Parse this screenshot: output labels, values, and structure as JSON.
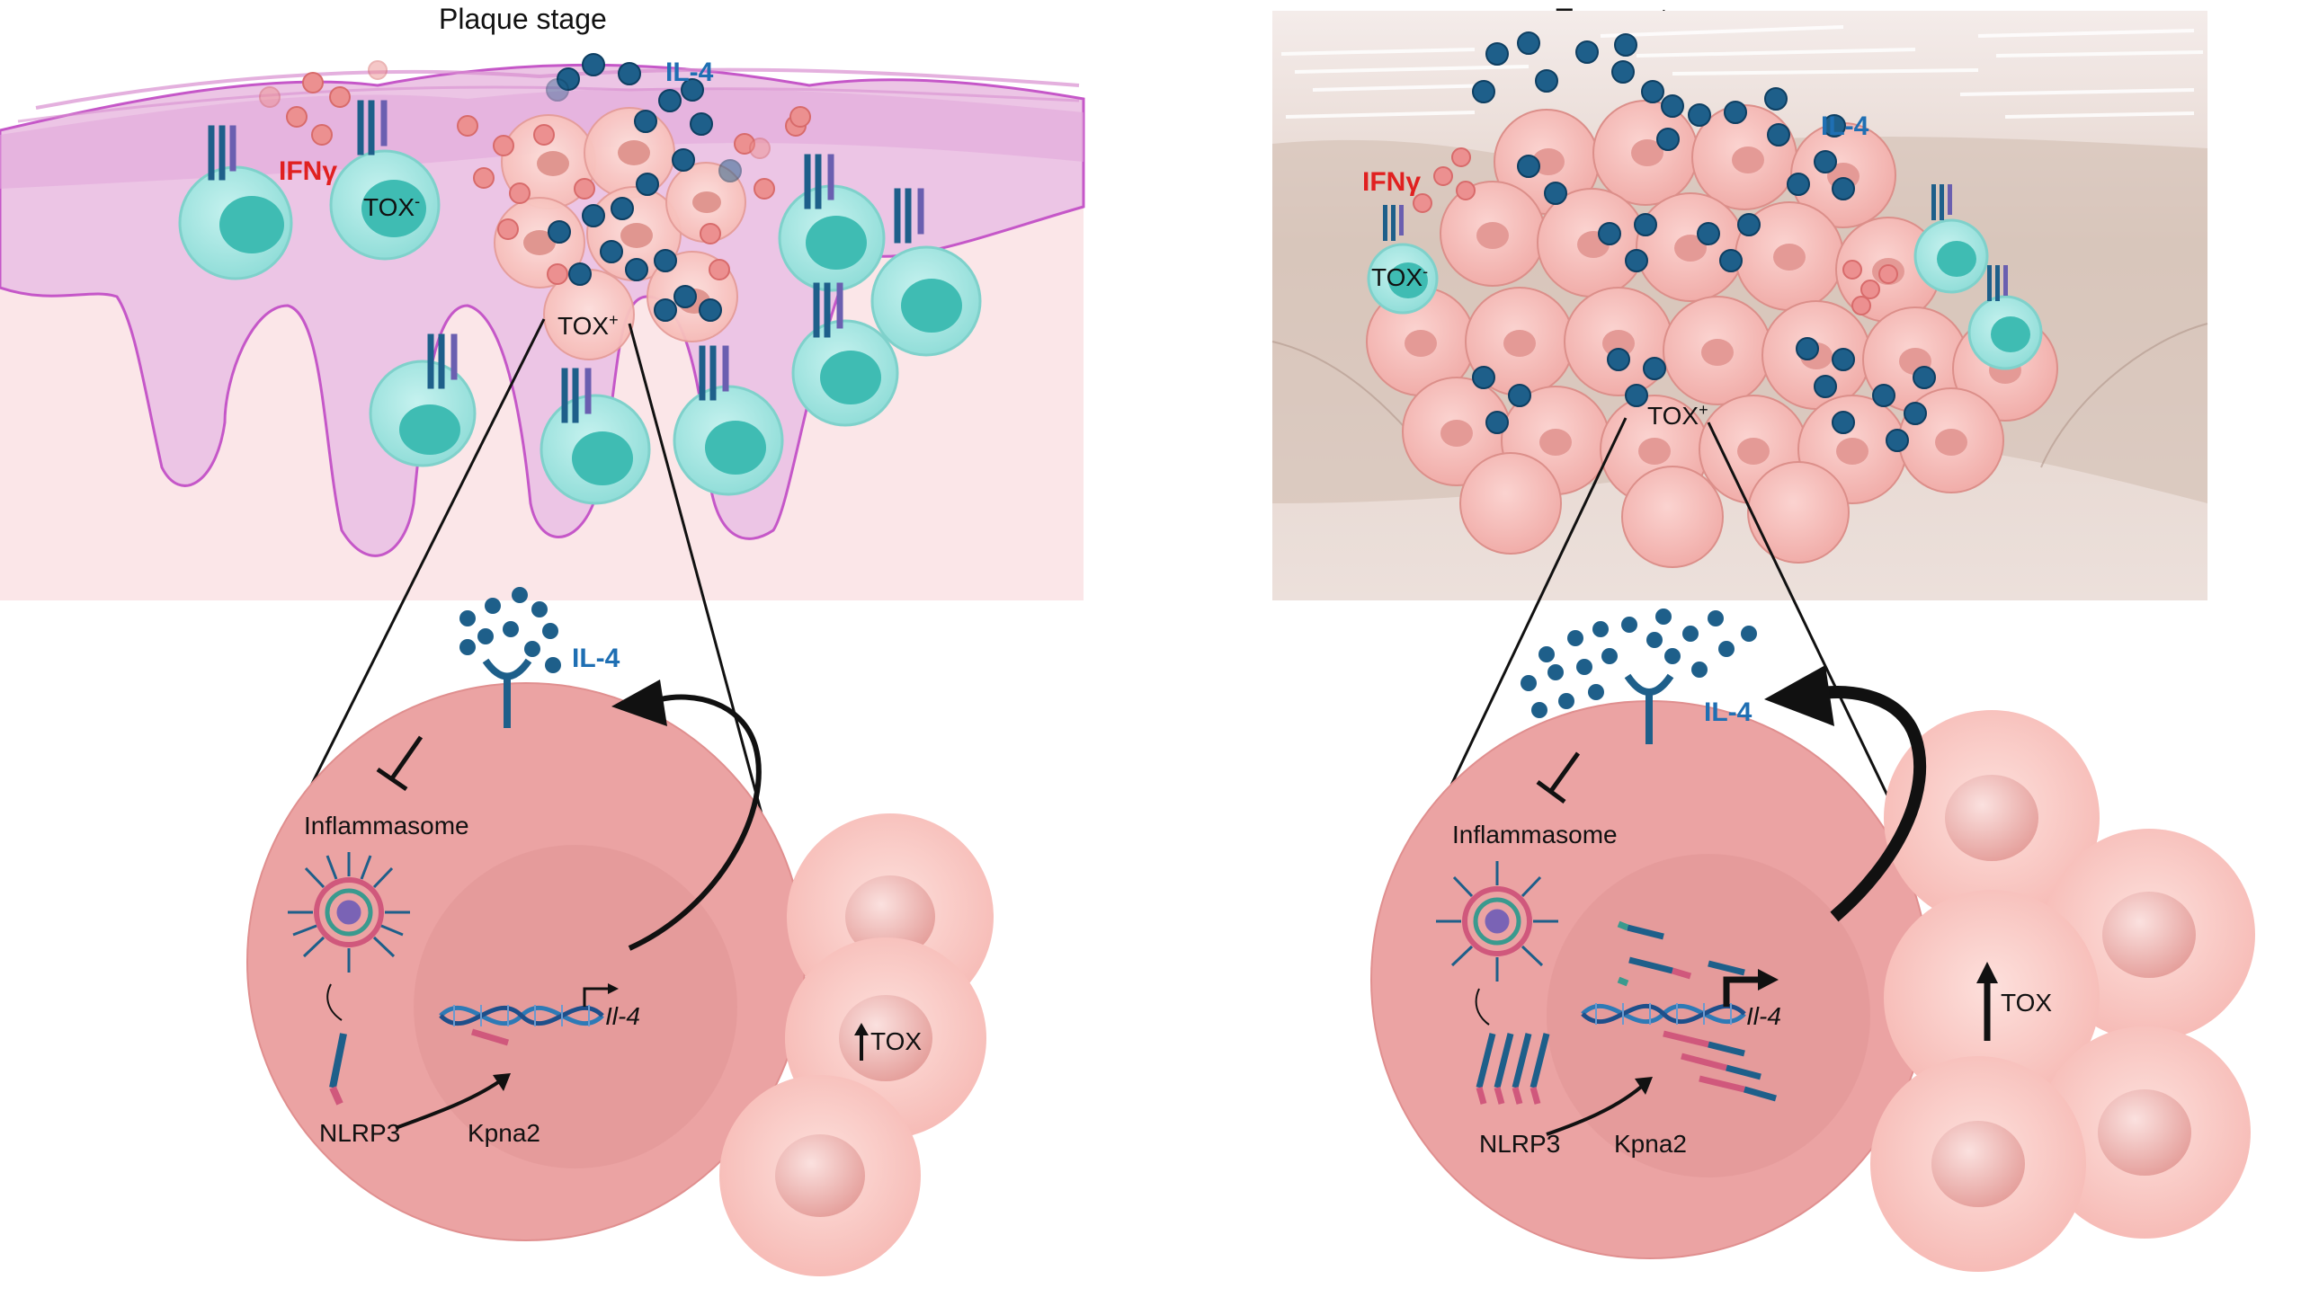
{
  "panels": {
    "plaque": {
      "title": "Plaque stage",
      "il4": "IL-4",
      "ifng": "IFNγ",
      "tox_neg": "TOX",
      "tox_neg_sup": "-",
      "tox_pos": "TOX",
      "tox_pos_sup": "+",
      "il4_zoom": "IL-4",
      "inflammasome": "Inflammasome",
      "nlrp3": "NLRP3",
      "kpna2": "Kpna2",
      "gene": "Il-4",
      "tox_up": "TOX"
    },
    "tumor": {
      "title": "Tumor stage",
      "il4": "IL-4",
      "ifng": "IFNγ",
      "tox_neg": "TOX",
      "tox_neg_sup": "-",
      "tox_pos": "TOX",
      "tox_pos_sup": "+",
      "il4_zoom": "IL-4",
      "inflammasome": "Inflammasome",
      "nlrp3": "NLRP3",
      "kpna2": "Kpna2",
      "gene": "Il-4",
      "tox_up": "TOX"
    }
  },
  "colors": {
    "il4_blue": "#1f6fb3",
    "ifng_red": "#e02020",
    "cytokine_dark": "#1e5f8a",
    "cytokine_pink": "#e88e8e",
    "teal_cell": "#a8e8e4",
    "teal_nucleus": "#3fbcb3",
    "tumor_cell": "#f4b8b4",
    "big_cell": "#eba1a1",
    "skin_pink": "#fbe7e7",
    "skin_purple": "#e8c4e4",
    "tumor_bg": "#e9dcd6"
  },
  "icons": [
    "receptor-icon",
    "inflammasome-icon",
    "dna-helix-icon",
    "transcription-arrow-icon",
    "up-arrow-icon",
    "curved-arrow-icon",
    "inhibition-icon"
  ]
}
